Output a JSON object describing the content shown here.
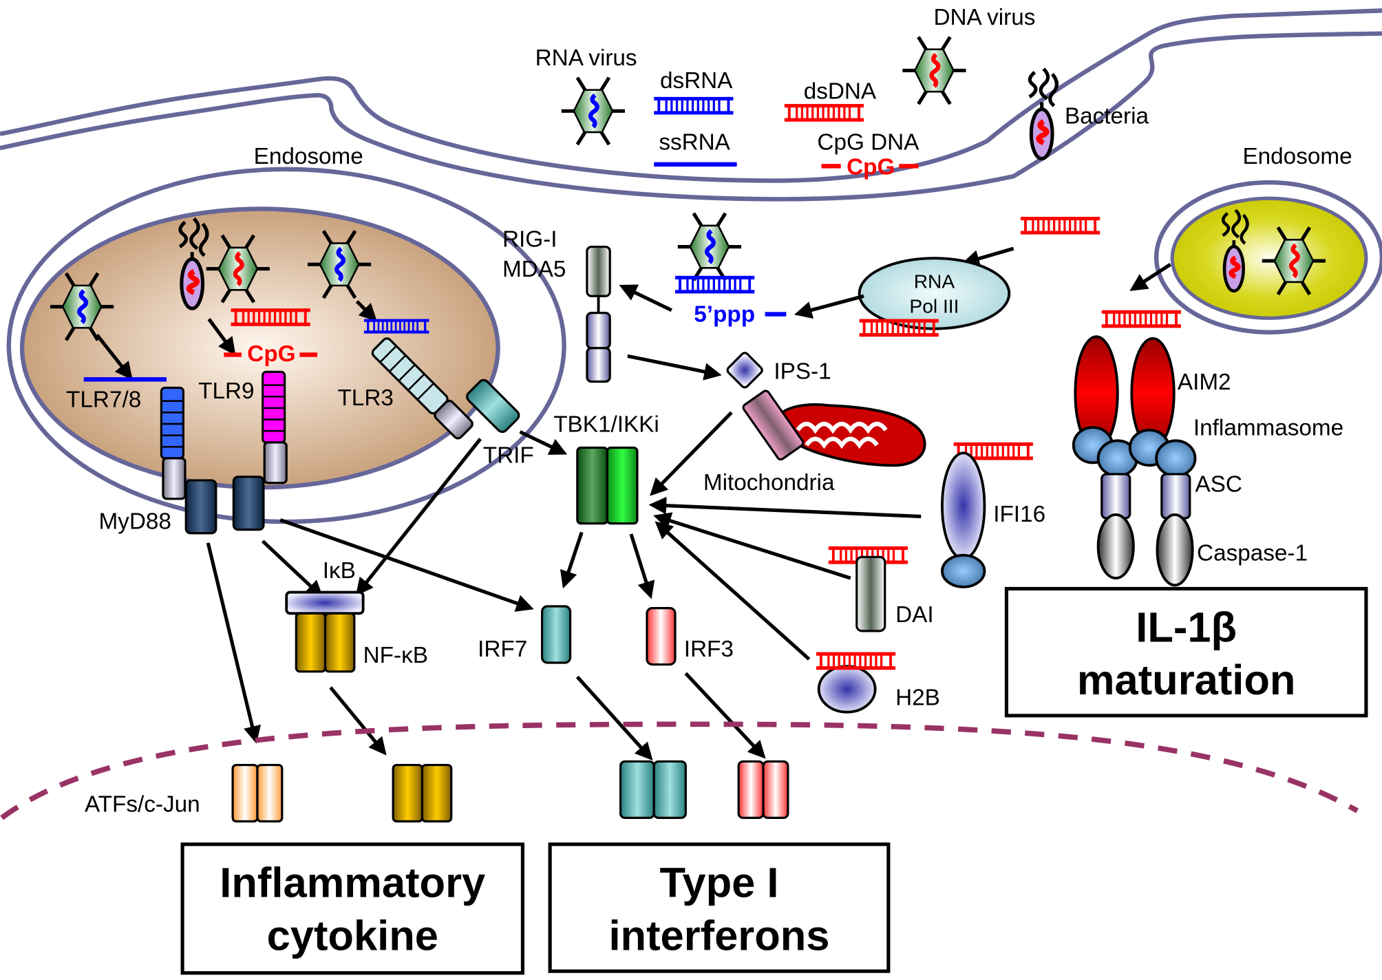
{
  "diagram": {
    "title": "Nucleic acid sensing innate immune pathways",
    "colors": {
      "membrane": "#666699",
      "nuclear_envelope": "#993366",
      "dna": "#ff0000",
      "rna": "#0000ff",
      "endosome_left_fill": "#c49a72",
      "endosome_right_fill": "#c8c800"
    },
    "pathogens": {
      "rna_virus": "RNA virus",
      "dna_virus": "DNA virus",
      "bacteria": "Bacteria",
      "dsrna": "dsRNA",
      "ssrna": "ssRNA",
      "dsdna": "dsDNA",
      "cpg_dna": "CpG DNA",
      "cpg_motif": "CpG"
    },
    "compartments": {
      "endosome_left": "Endosome",
      "endosome_right": "Endosome",
      "mitochondria": "Mitochondria",
      "inflammasome": "Inflammasome"
    },
    "receptors": {
      "tlr78": "TLR7/8",
      "tlr9": "TLR9",
      "tlr3": "TLR3",
      "rig_i": "RIG-I",
      "mda5": "MDA5",
      "rna_pol_iii_line1": "RNA",
      "rna_pol_iii_line2": "Pol III",
      "ppp": "5’ppp",
      "aim2": "AIM2",
      "ifi16": "IFI16",
      "dai": "DAI",
      "h2b": "H2B"
    },
    "adaptors": {
      "myd88": "MyD88",
      "trif": "TRIF",
      "ips1": "IPS-1",
      "tbk1": "TBK1/IKKi",
      "asc": "ASC",
      "caspase1": "Caspase-1"
    },
    "transcription": {
      "ikb": "IκB",
      "nfkb": "NF-κB",
      "irf7": "IRF7",
      "irf3": "IRF3",
      "atf": "ATFs/c-Jun"
    },
    "outputs": {
      "inflammatory_line1": "Inflammatory",
      "inflammatory_line2": "cytokine",
      "ifn_line1": "Type I",
      "ifn_line2": "interferons",
      "il1b_line1": "IL-1β",
      "il1b_line2": "maturation"
    }
  }
}
